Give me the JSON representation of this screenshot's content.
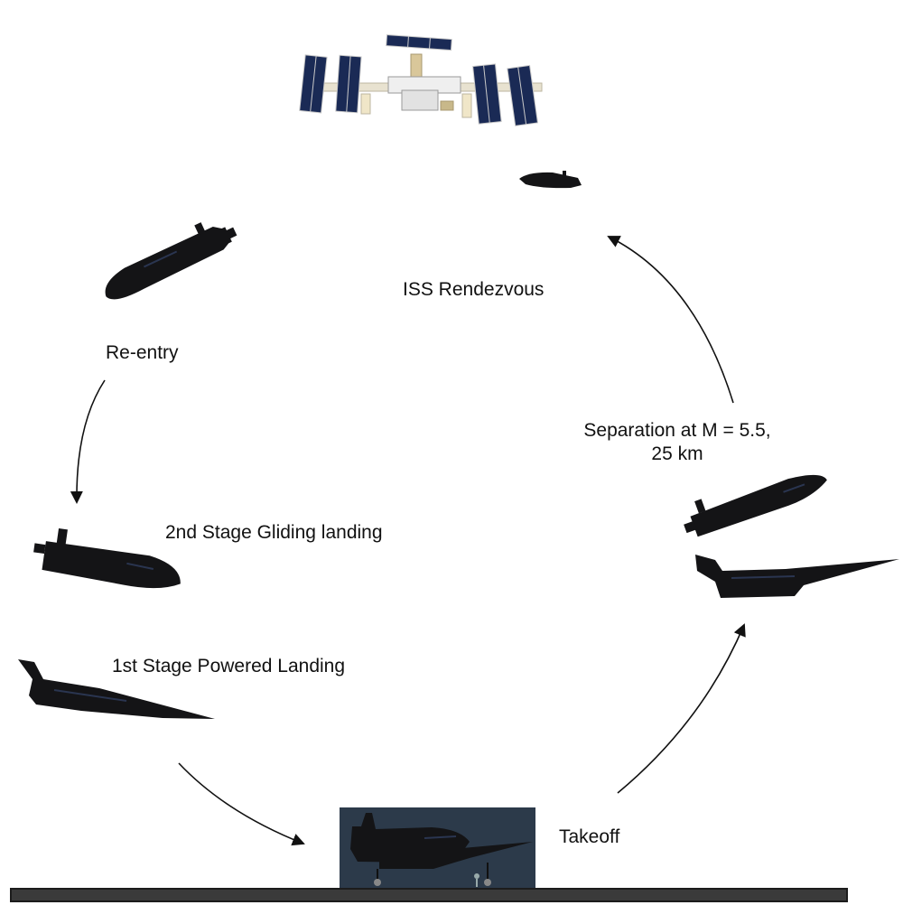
{
  "labels": {
    "iss_rendezvous": "ISS Rendezvous",
    "reentry": "Re-entry",
    "separation_line1": "Separation at M = 5.5,",
    "separation_line2": "25 km",
    "second_stage_gliding": "2nd Stage Gliding landing",
    "first_stage_powered": "1st Stage Powered Landing",
    "takeoff": "Takeoff"
  },
  "colors": {
    "vehicle": "#141416",
    "vehicle_highlight": "#2a3550",
    "solar_panel": "#1a2a55",
    "station_truss": "#e8e2d0",
    "hangar_bg": "#2c3a4a",
    "runway": "#3a3a3a",
    "arrow": "#111111"
  }
}
